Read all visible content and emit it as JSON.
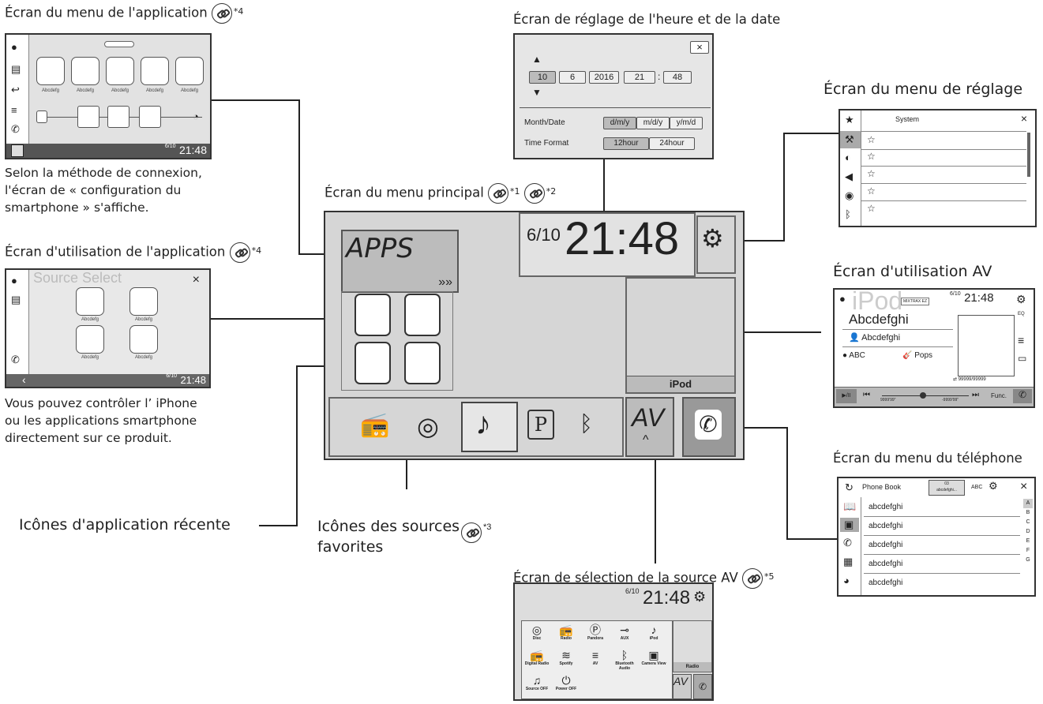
{
  "captions": {
    "app_menu": "Écran du menu de l'application",
    "app_menu_sup": "*4",
    "time_date": "Écran de réglage de l'heure et de la date",
    "setting_menu": "Écran du menu de réglage",
    "main_menu": "Écran du menu principal",
    "main_menu_sup1": "*1",
    "main_menu_sup2": "*2",
    "app_operation": "Écran d'utilisation de l'application",
    "app_operation_sup": "*4",
    "av_operation": "Écran d'utilisation AV",
    "phone_menu": "Écran du menu du téléphone",
    "recent_apps": "Icônes d'application récente",
    "fav_sources_line1": "Icônes des sources",
    "fav_sources_line2": "favorites",
    "fav_sources_sup": "*3",
    "av_source": "Écran de sélection de la source AV",
    "av_source_sup": "*5"
  },
  "descriptions": {
    "smartphone_line1": "Selon la méthode de connexion,",
    "smartphone_line2": "l'écran de « configuration du",
    "smartphone_line3": "smartphone » s'affiche.",
    "iphone_line1": "Vous pouvez contrôler l’ iPhone",
    "iphone_line2": "ou les applications smartphone",
    "iphone_line3": "directement sur ce produit."
  },
  "app_menu_screen": {
    "tile_label": "Abcdefg",
    "date": "6/10",
    "time": "21:48"
  },
  "app_op_screen": {
    "title": "Source Select",
    "tile_label": "Abcdefg",
    "date": "6/10",
    "time": "21:48",
    "close": "×",
    "back": "‹"
  },
  "time_screen": {
    "month": "10",
    "day": "6",
    "year": "2016",
    "hour": "21",
    "sep": ":",
    "minute": "48",
    "month_date_label": "Month/Date",
    "fmt1": "d/m/y",
    "fmt2": "m/d/y",
    "fmt3": "y/m/d",
    "time_format_label": "Time Format",
    "h12": "12hour",
    "h24": "24hour",
    "close": "×"
  },
  "setting_screen": {
    "title": "System",
    "close": "×",
    "star": "☆"
  },
  "main_screen": {
    "apps": "APPS",
    "apps_arrows": "»»",
    "date": "6/10",
    "time": "21:48",
    "ipod": "iPod",
    "av": "AV",
    "av_caret": "^"
  },
  "av_screen": {
    "bg_title": "iPod",
    "mixtrax": "MIXTRAX EZ",
    "date": "6/10",
    "time": "21:48",
    "song": "Abcdefghi",
    "artist": "Abcdefghi",
    "album": "ABC",
    "genre": "Pops",
    "eq": "EQ",
    "count": "99999/99999",
    "elapsed": "9999'99\"",
    "remain": "-9999'99\"",
    "func": "Func.",
    "play": "▶/II"
  },
  "phone_screen": {
    "title": "Phone Book",
    "badge_top": "03",
    "badge_bottom": "abcdefghi...",
    "abc": "ABC",
    "close": "×",
    "entry": "abcdefghi",
    "letters": [
      "A",
      "B",
      "C",
      "D",
      "E",
      "F",
      "G"
    ]
  },
  "av_source_screen": {
    "date": "6/10",
    "time": "21:48",
    "sources_row1": [
      "Disc",
      "Radio",
      "Pandora",
      "AUX",
      "iPod"
    ],
    "sources_row2": [
      "Digital Radio",
      "Spotify",
      "AV",
      "Bluetooth Audio",
      "Camera View"
    ],
    "sources_row3": [
      "Source OFF",
      "Power OFF"
    ],
    "radio": "Radio",
    "av": "AV"
  }
}
